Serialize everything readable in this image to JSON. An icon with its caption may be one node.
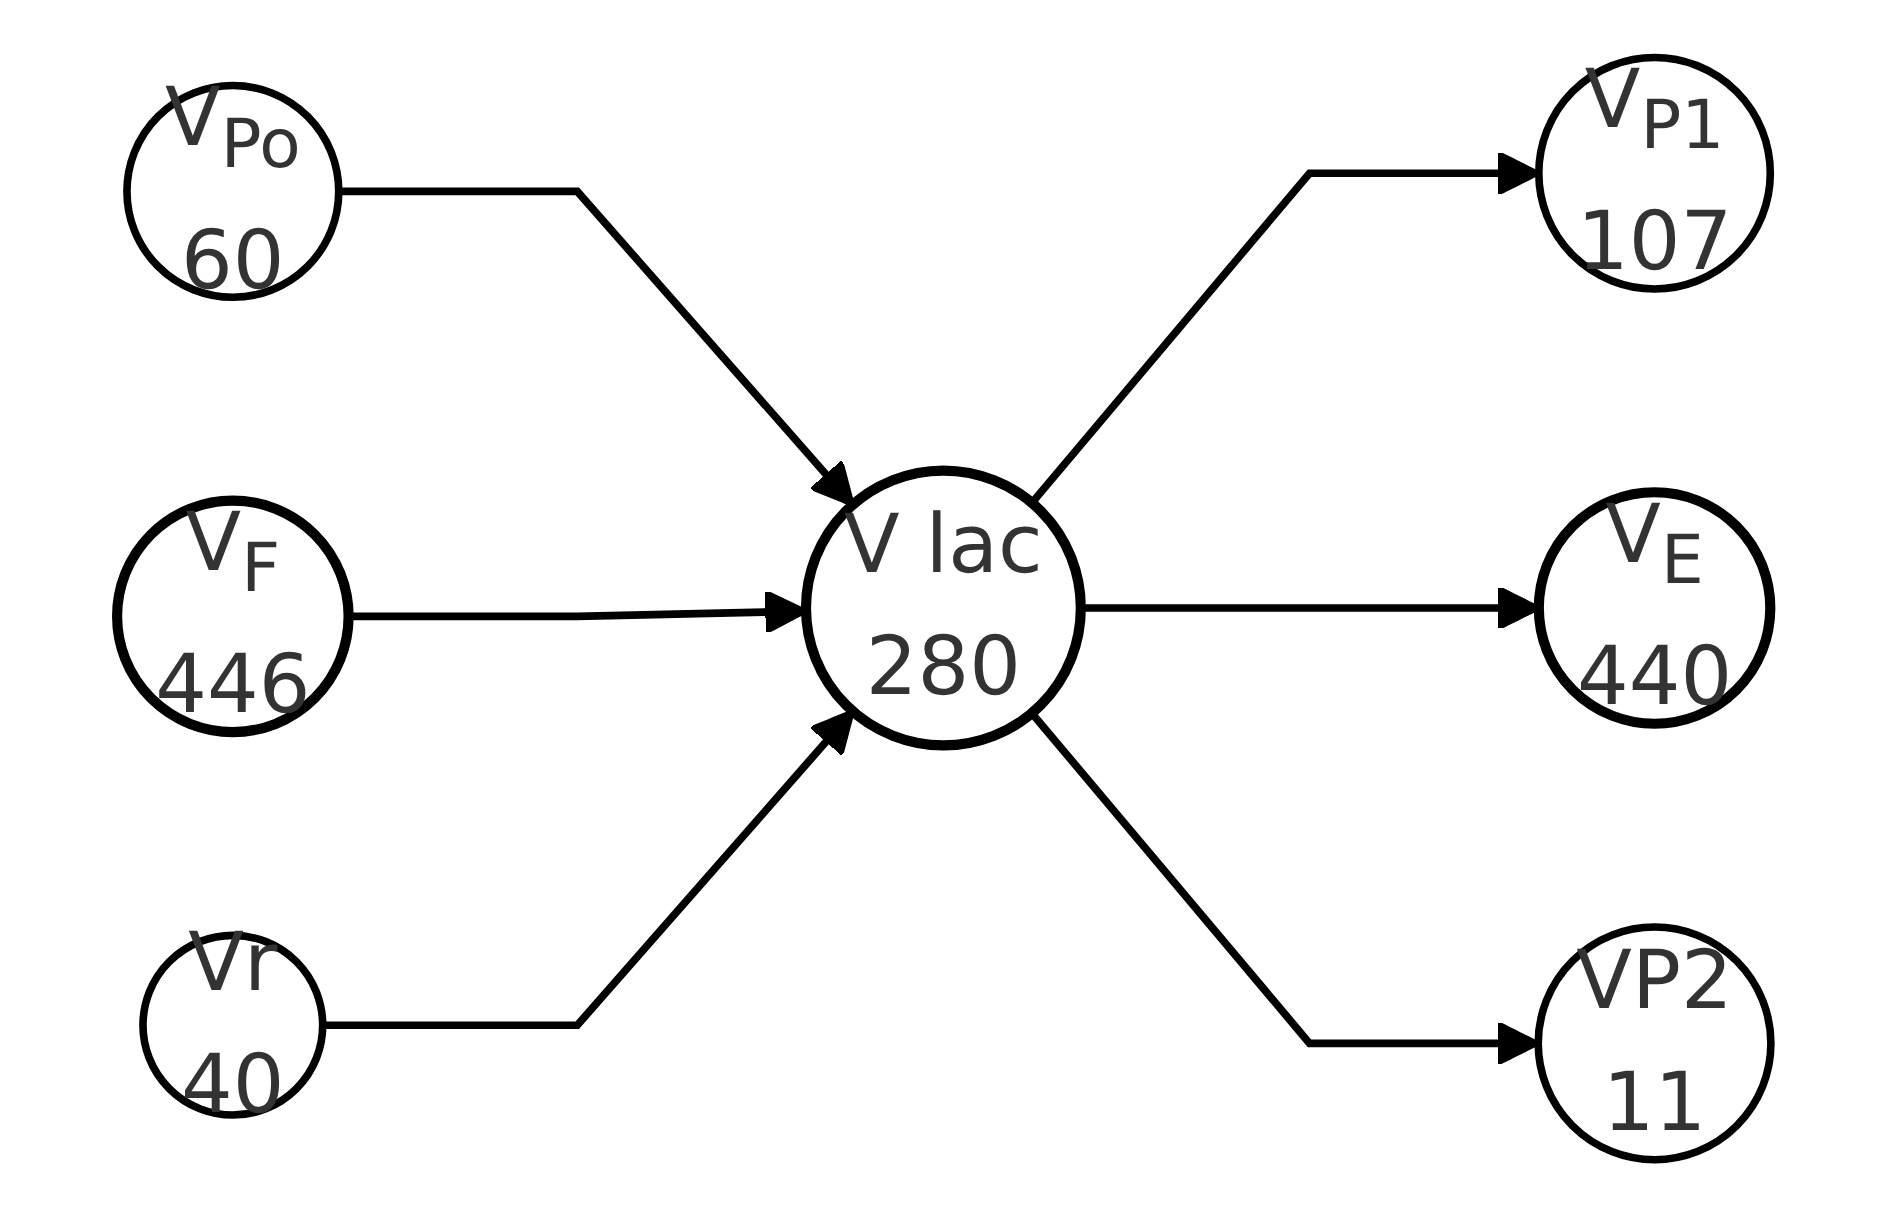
{
  "diagram": {
    "nodes": [
      {
        "text": [
          "V$_{Po}$",
          "60"
        ]
      },
      {
        "text": [
          "V$_{P1}$",
          "107"
        ]
      },
      {
        "text": [
          "V$_{F}$",
          "446"
        ]
      },
      {
        "text": [
          "V lac",
          "280"
        ]
      },
      {
        "text": [
          "V$_{E}$",
          "440"
        ]
      },
      {
        "text": [
          "Vr",
          "40"
        ]
      },
      {
        "text": [
          "VP2",
          "11"
        ]
      }
    ],
    "edges": [
      {
        "from": 0,
        "to": 3,
        "arrow": "to"
      },
      {
        "from": 2,
        "to": 3,
        "arrow": "to"
      },
      {
        "from": 5,
        "to": 3,
        "arrow": "to"
      },
      {
        "from": 3,
        "to": 1,
        "arrow": "to"
      },
      {
        "from": 3,
        "to": 4,
        "arrow": "to"
      },
      {
        "from": 3,
        "to": 6,
        "arrow": "to"
      }
    ]
  }
}
